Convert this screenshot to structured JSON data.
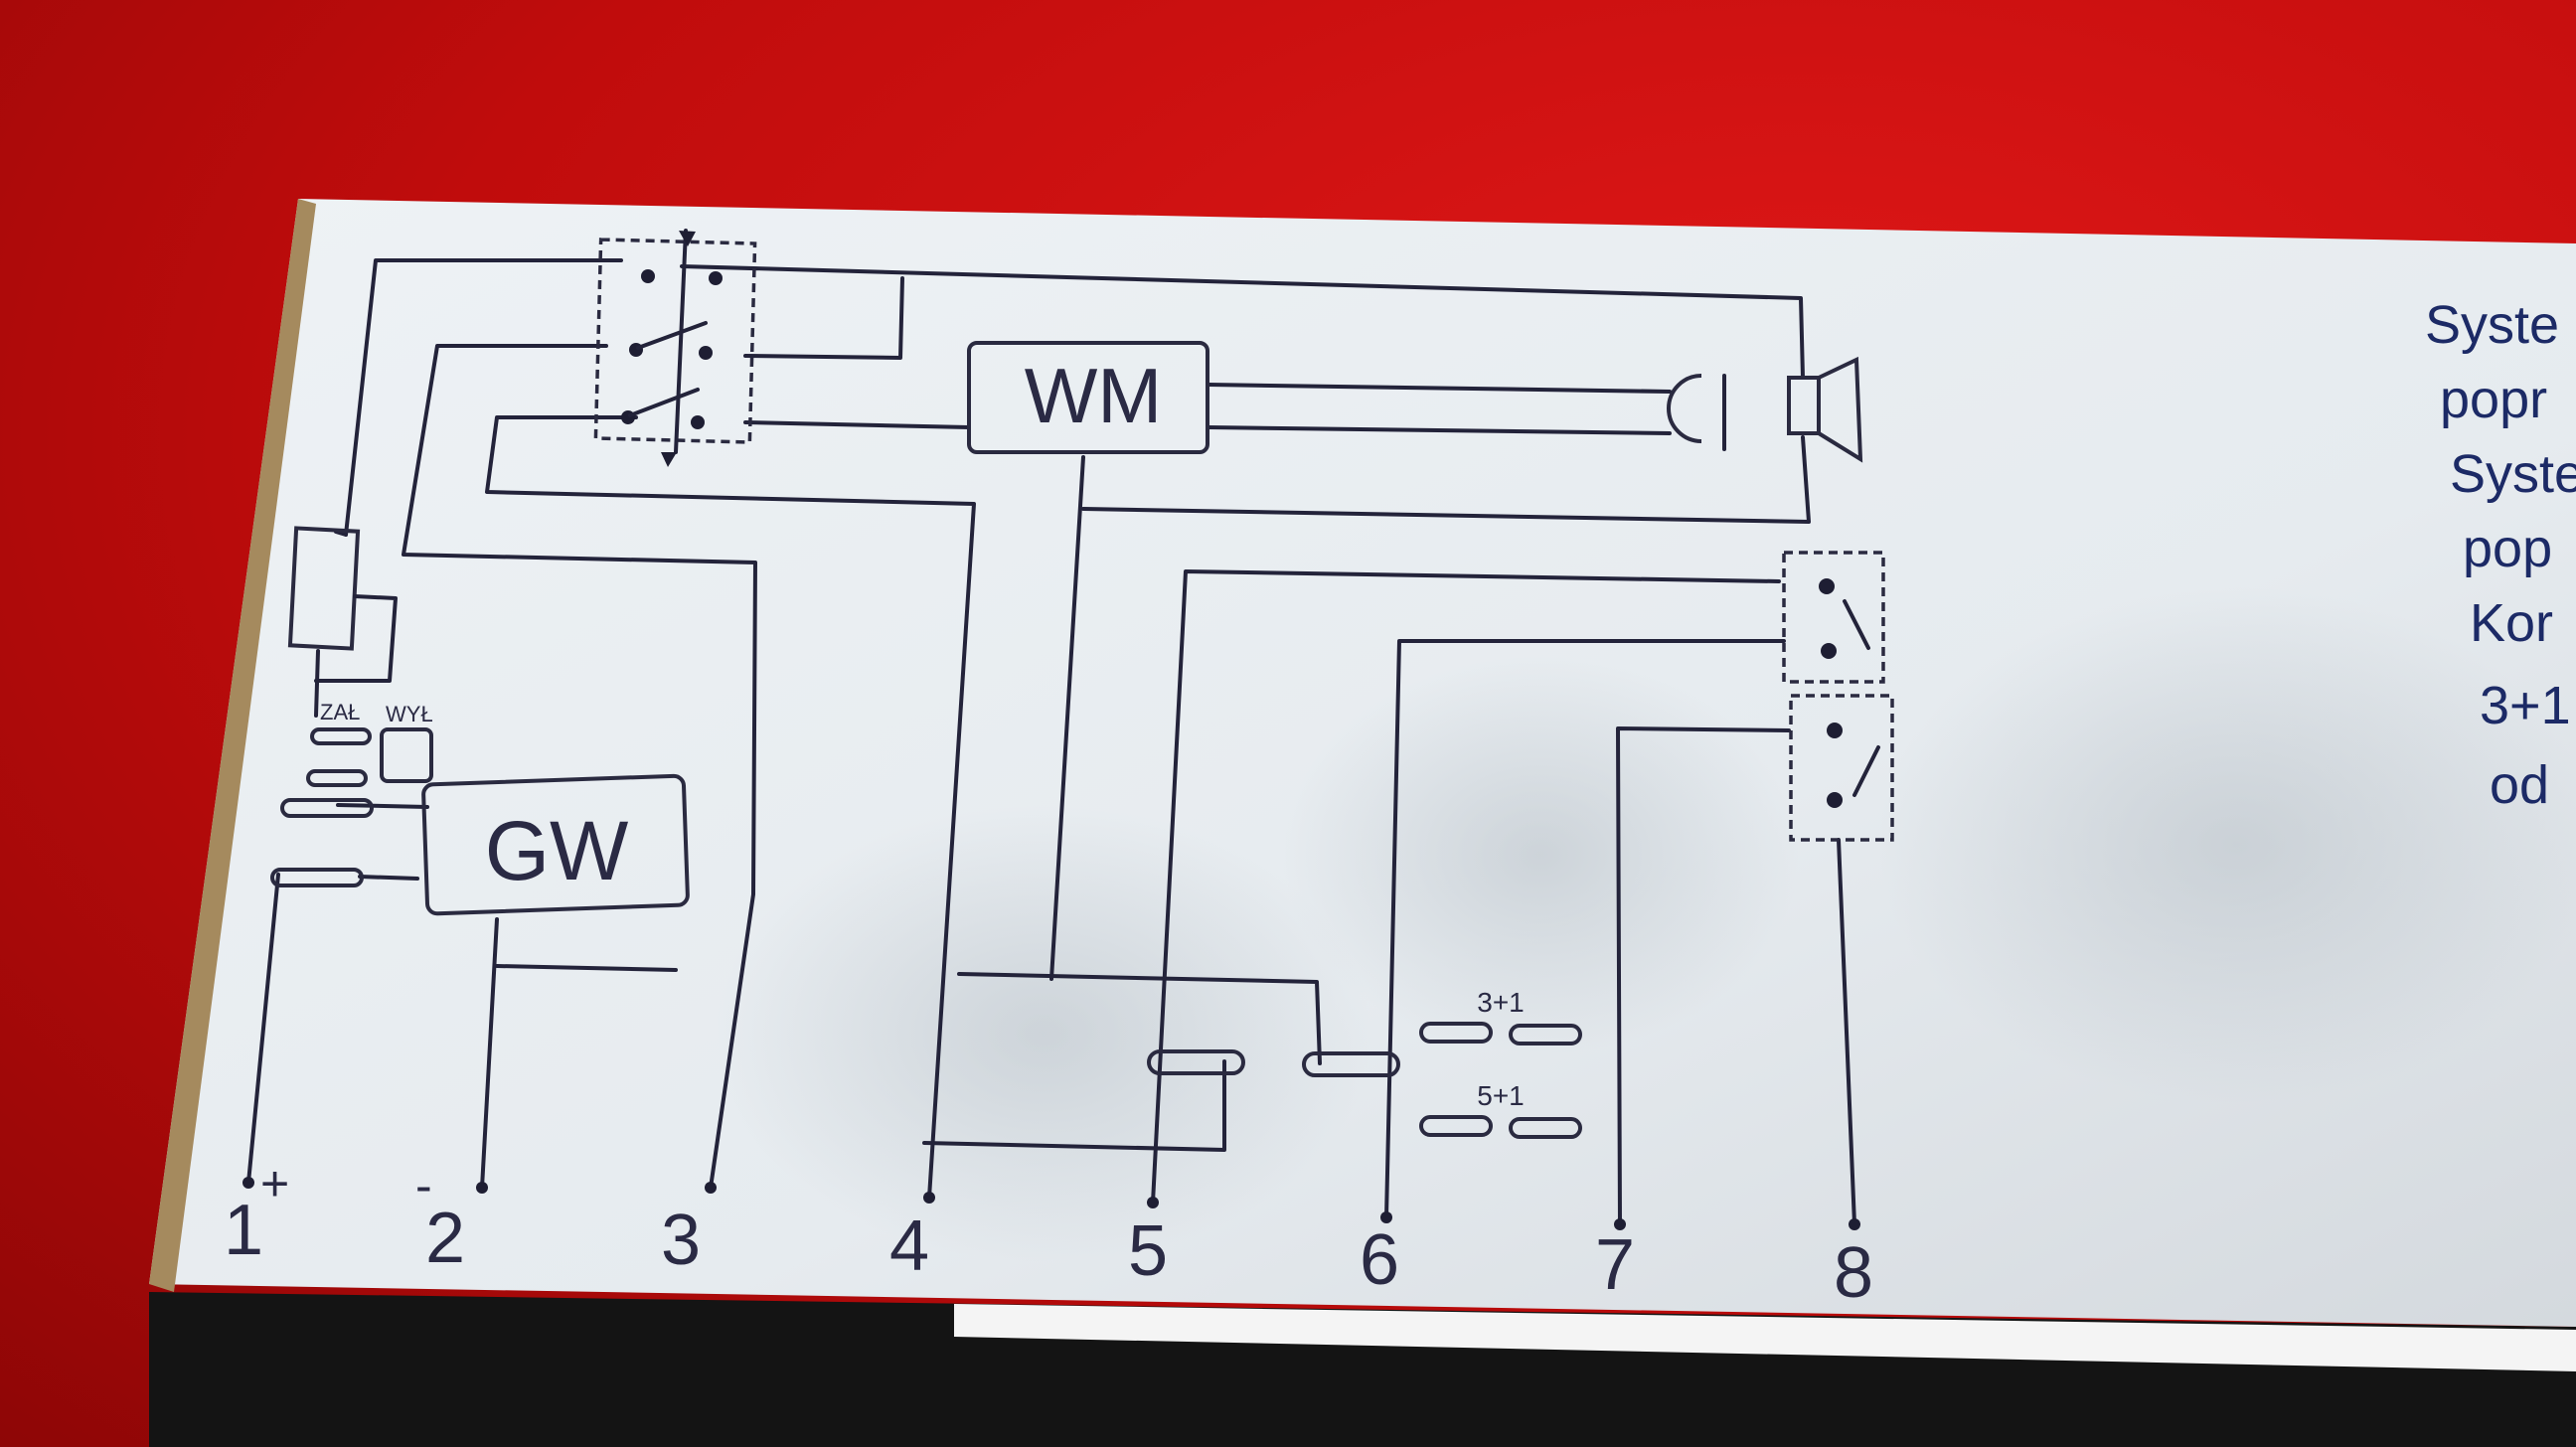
{
  "labels": {
    "wm": "WM",
    "gw": "GW",
    "zal": "ZAŁ",
    "wyl": "WYŁ",
    "opt_a": "3+1",
    "opt_b": "5+1",
    "plus": "+",
    "minus": "-"
  },
  "terminals": [
    "1",
    "2",
    "3",
    "4",
    "5",
    "6",
    "7",
    "8"
  ],
  "side_text": [
    "Syste",
    "popr",
    "Syste",
    "pop",
    "Kor",
    "3+1",
    "od"
  ],
  "colors": {
    "background": "#c00c0c",
    "card": "#e9eef2",
    "ink": "#23233a",
    "side_text": "#1c2a66"
  }
}
